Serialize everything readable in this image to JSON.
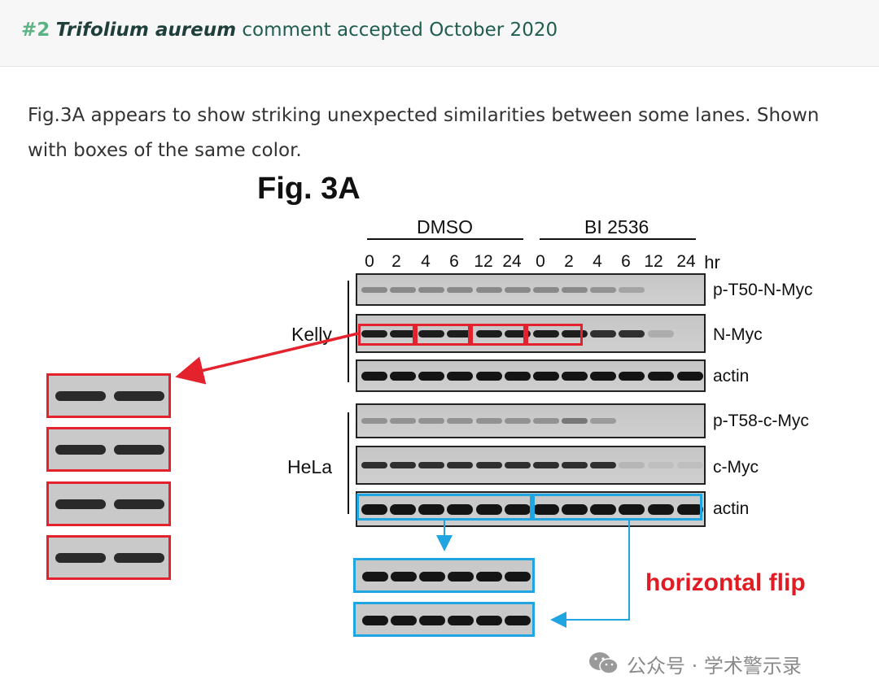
{
  "comment": {
    "number": "#2",
    "species": "Trifolium aureum",
    "status_text": "comment accepted October 2020"
  },
  "body_text": "Fig.3A appears to show striking unexpected similarities between some lanes. Shown with boxes of the same color.",
  "figure": {
    "title": "Fig. 3A",
    "groups": [
      "DMSO",
      "BI 2536"
    ],
    "timepoints": [
      "0",
      "2",
      "4",
      "6",
      "12",
      "24",
      "0",
      "2",
      "4",
      "6",
      "12",
      "24"
    ],
    "time_unit": "hr",
    "cell_lines": [
      "Kelly",
      "HeLa"
    ],
    "proteins": [
      "p-T50-N-Myc",
      "N-Myc",
      "actin",
      "p-T58-c-Myc",
      "c-Myc",
      "actin"
    ],
    "annotation": "horizontal flip",
    "colors": {
      "red_box": "#e3222e",
      "blue_box": "#1ea5e2",
      "annotation": "#e01b23"
    }
  },
  "watermark": {
    "icon": "wechat-icon",
    "text": "公众号 · 学术警示录"
  }
}
